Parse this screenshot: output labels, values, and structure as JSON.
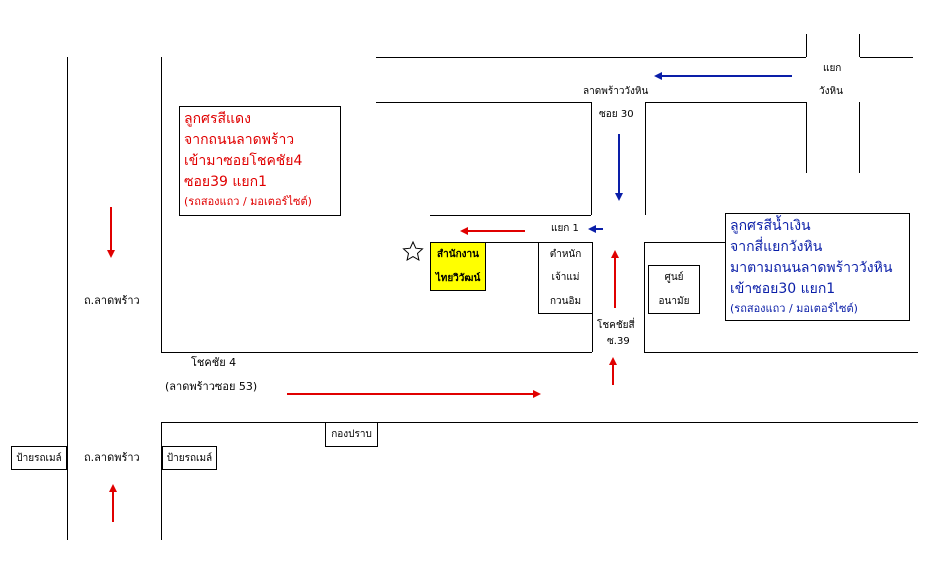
{
  "map": {
    "roads": {
      "lat_phrao_upper": "ถ.ลาดพร้าว",
      "lat_phrao_lower": "ถ.ลาดพร้าว",
      "chok_chai_4": "โชคชัย 4",
      "lat_phrao_soi_53": "(ลาดพร้าวซอย 53)",
      "lat_phrao_wang_hin": "ลาดพร้าววังหิน",
      "soi_30": "ซอย 30",
      "intersection_1": "แยก 1",
      "wang_hin_junction_line1": "แยก",
      "wang_hin_junction_line2": "วังหิน",
      "chok_chai_si_line1": "โชคชัยสี่",
      "chok_chai_si_line2": "ซ.39"
    },
    "landmarks": {
      "office_line1": "สำนักงาน",
      "office_line2": "ไทยวิวัฒน์",
      "police_line1": "ตำหนัก",
      "police_line2": "เจ้าแม่",
      "police_line3": "กวนอิม",
      "health_center_line1": "ศูนย์",
      "health_center_line2": "อนามัย",
      "bus_stop_left": "ป้ายรถเมล์",
      "bus_stop_right": "ป้ายรถเมล์",
      "kong_prab": "กองปราบ"
    },
    "red_route": {
      "line1": "ลูกศรสีแดง",
      "line2": "จากถนนลาดพร้าว",
      "line3": "เข้ามาซอยโชคชัย4",
      "line4": "ซอย39 แยก1",
      "line5": "(รถสองแถว / มอเตอร์ไซต์)"
    },
    "blue_route": {
      "line1": "ลูกศรสีน้ำเงิน",
      "line2": "จากสี่แยกวังหิน",
      "line3": "มาตามถนนลาดพร้าววังหิน",
      "line4": "เข้าซอย30 แยก1",
      "line5": "(รถสองแถว / มอเตอร์ไซต์)"
    },
    "colors": {
      "red_arrow": "#e00000",
      "blue_arrow": "#0a1ea8",
      "office_highlight": "#ffff00"
    },
    "icons": [
      "star-icon"
    ]
  }
}
